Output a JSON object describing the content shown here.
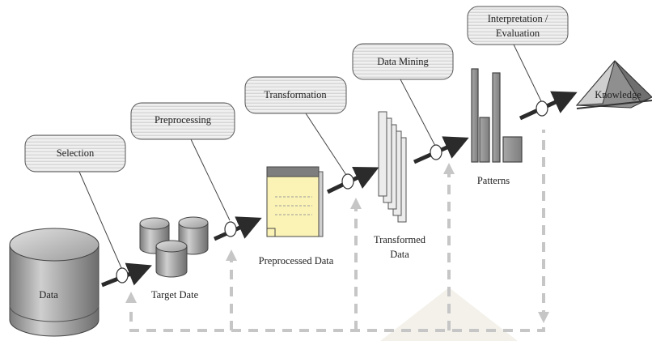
{
  "stages": [
    {
      "id": "selection",
      "label": "Selection"
    },
    {
      "id": "preprocessing",
      "label": "Preprocessing"
    },
    {
      "id": "transformation",
      "label": "Transformation"
    },
    {
      "id": "data-mining",
      "label": "Data Mining"
    },
    {
      "id": "interpretation",
      "label_line1": "Interpretation /",
      "label_line2": "Evaluation"
    }
  ],
  "artifacts": {
    "data": "Data",
    "target_data": "Target Date",
    "preprocessed_data": "Preprocessed Data",
    "transformed_data_line1": "Transformed",
    "transformed_data_line2": "Data",
    "patterns": "Patterns",
    "knowledge": "Knowledge"
  },
  "colors": {
    "arrow": "#2b2b2b",
    "feedback": "#c6c6c6",
    "note_paper": "#fbf3b5",
    "cylinder": "#a8a8a8"
  }
}
